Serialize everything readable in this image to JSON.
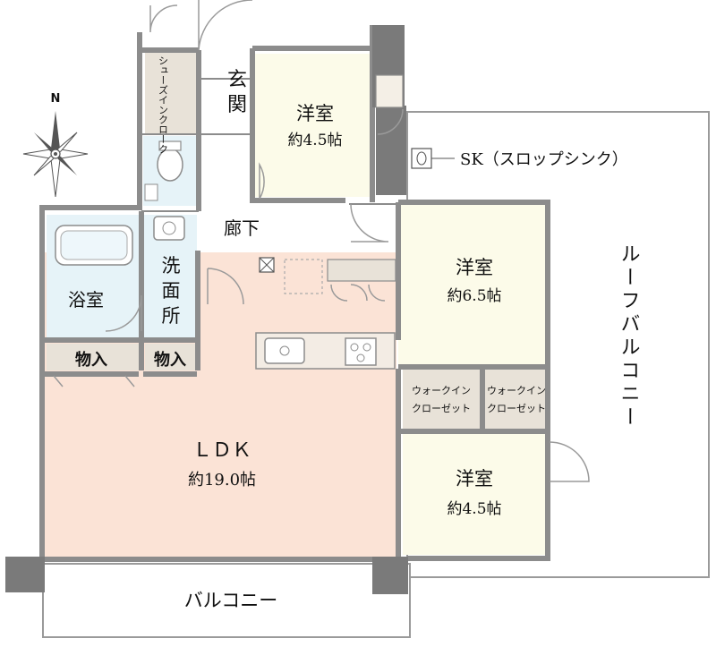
{
  "colors": {
    "wall": "#8c8c8c",
    "pillar": "#7a7a7a",
    "ldk": "#fbe3d6",
    "western": "#fcfbe9",
    "wet": "#e6f3f8",
    "storage": "#e8e2d8",
    "white": "#ffffff",
    "line": "#9a9a9a"
  },
  "compass": {
    "north": "N"
  },
  "rooms": {
    "genkan": {
      "chars": [
        "玄",
        "関"
      ]
    },
    "shoes_closet": {
      "label": "シューズインクローク"
    },
    "west_ne": {
      "name": "洋室",
      "size": "約4.5帖"
    },
    "west_mid": {
      "name": "洋室",
      "size": "約6.5帖"
    },
    "west_se": {
      "name": "洋室",
      "size": "約4.5帖"
    },
    "corridor": {
      "name": "廊下"
    },
    "bath": {
      "name": "浴室"
    },
    "washroom": {
      "chars": [
        "洗",
        "面",
        "所"
      ]
    },
    "storage_1": {
      "name": "物入"
    },
    "storage_2": {
      "name": "物入"
    },
    "ldk": {
      "name": "ＬＤＫ",
      "size": "約19.0帖"
    },
    "wic_1": {
      "line1": "ウォークイン",
      "line2": "クローゼット"
    },
    "wic_2": {
      "line1": "ウォークイン",
      "line2": "クローゼット"
    }
  },
  "annotations": {
    "slop_sink": "SK（スロップシンク）",
    "roof_balcony": "ルーフバルコニー",
    "balcony": "バルコニー"
  }
}
